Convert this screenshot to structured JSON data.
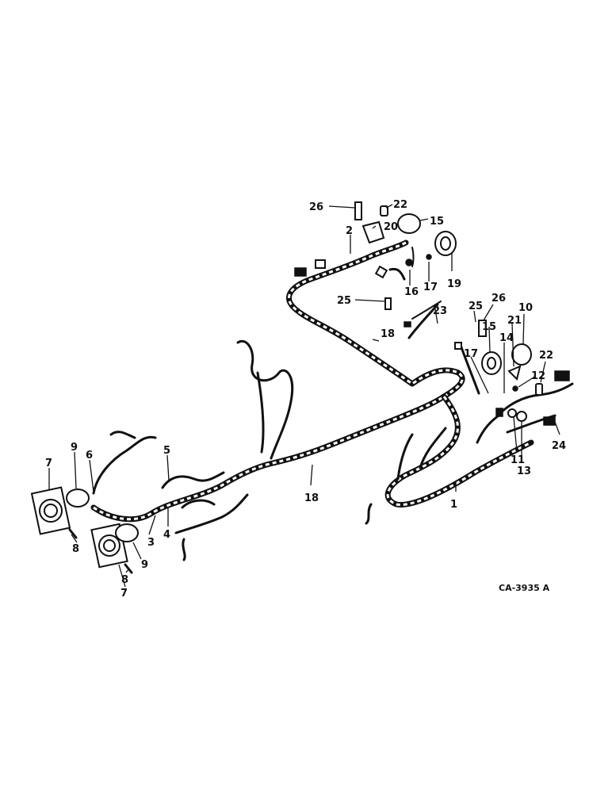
{
  "diagram": {
    "figure_code": "CA-3935 A",
    "callouts": [
      "1",
      "2",
      "3",
      "4",
      "5",
      "6",
      "7",
      "7",
      "8",
      "8",
      "9",
      "9",
      "10",
      "11",
      "12",
      "13",
      "14",
      "15",
      "15",
      "16",
      "17",
      "17",
      "18",
      "18",
      "19",
      "20",
      "21",
      "22",
      "22",
      "23",
      "24",
      "25",
      "25",
      "26",
      "26"
    ]
  }
}
